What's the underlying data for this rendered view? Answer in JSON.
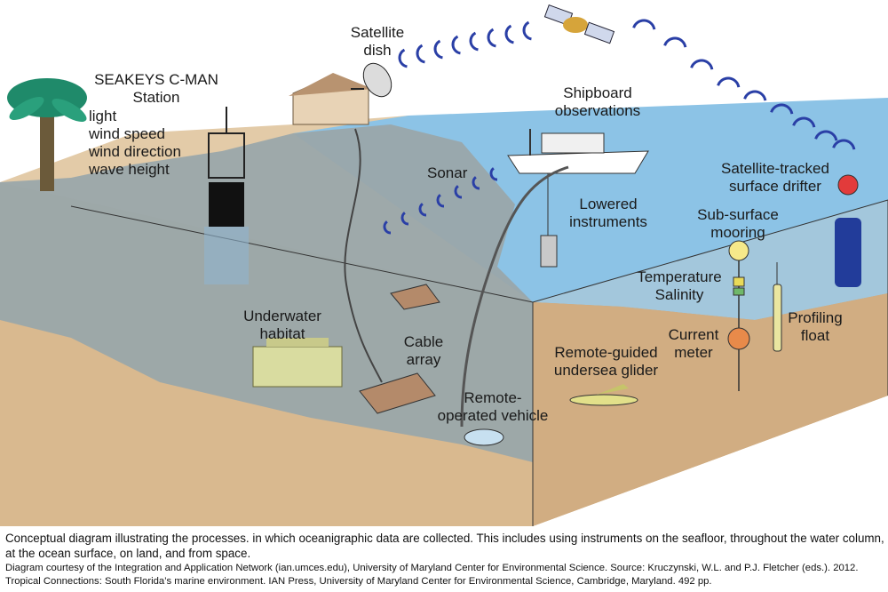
{
  "labels": {
    "seakeys_title": "SEAKEYS C-MAN",
    "seakeys_station": "Station",
    "seakeys_params": [
      "light",
      "wind speed",
      "wind direction",
      "wave height"
    ],
    "satellite_dish": [
      "Satellite",
      "dish"
    ],
    "shipboard": [
      "Shipboard",
      "observations"
    ],
    "sonar": "Sonar",
    "lowered_instruments": [
      "Lowered",
      "instruments"
    ],
    "surface_drifter": [
      "Satellite-tracked",
      "surface drifter"
    ],
    "subsurface_mooring": [
      "Sub-surface",
      "mooring"
    ],
    "temp_salinity": [
      "Temperature",
      "Salinity"
    ],
    "profiling_float": [
      "Profiling",
      "float"
    ],
    "current_meter": [
      "Current",
      "meter"
    ],
    "underwater_habitat": [
      "Underwater",
      "habitat"
    ],
    "cable_array": [
      "Cable",
      "array"
    ],
    "glider": [
      "Remote-guided",
      "undersea glider"
    ],
    "rov": [
      "Remote-",
      "operated vehicle"
    ]
  },
  "caption": {
    "main": "Conceptual diagram illustrating the processes. in which oceanigraphic data are collected. This includes using instruments on the seafloor, throughout the water column, at the ocean surface, on land, and from space.",
    "credit": "Diagram courtesy of the Integration and Application Network (ian.umces.edu), University of Maryland Center for Environmental Science. Source: Kruczynski, W.L. and P.J. Fletcher (eds.). 2012. Tropical Connections: South Florida’s marine environment. IAN Press, University of Maryland Center for Environmental Science, Cambridge, Maryland. 492 pp."
  },
  "colors": {
    "ocean_surface": "#8fc3e3",
    "water_front": "#a9cfe6",
    "shallow_water": "#9aa7ab",
    "sand": "#dcc3a2",
    "sand_dark": "#c9a67e",
    "signal_blue": "#2a3fa6"
  }
}
